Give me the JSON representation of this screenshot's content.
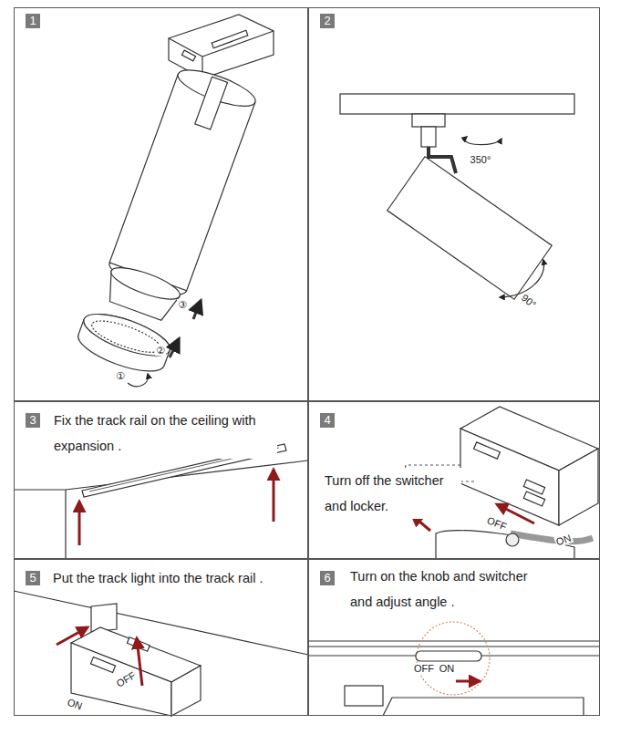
{
  "diagram": {
    "nodes": [
      {
        "text": [
          "1"
        ]
      },
      {
        "text": [
          "2"
        ]
      },
      {
        "text": [
          "3",
          "Fix the track rail on the ceiling with expansion ."
        ]
      },
      {
        "text": [
          "4",
          "Turn off the switcher and locker."
        ]
      },
      {
        "text": [
          "5",
          "Put the track light into the track rail ."
        ]
      },
      {
        "text": [
          "6",
          "Turn on the knob and switcher and adjust angle ."
        ]
      }
    ],
    "labels": [
      "③",
      "②",
      "①",
      "350°",
      "90°",
      "OFF",
      "ON",
      "OFF",
      "ON",
      "OFF",
      "ON"
    ]
  }
}
